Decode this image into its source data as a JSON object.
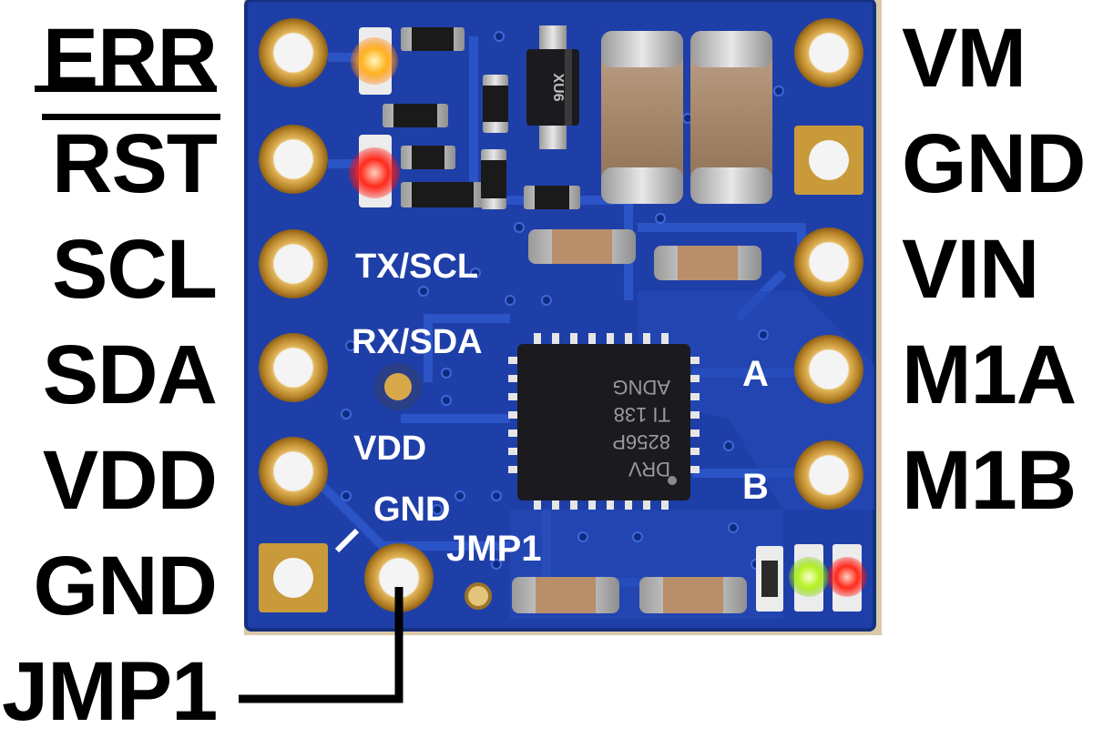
{
  "left_pins": [
    {
      "label": "ERR"
    },
    {
      "label": "RST"
    },
    {
      "label": "SCL"
    },
    {
      "label": "SDA"
    },
    {
      "label": "VDD"
    },
    {
      "label": "GND"
    }
  ],
  "right_pins": [
    {
      "label": "VM"
    },
    {
      "label": "GND"
    },
    {
      "label": "VIN"
    },
    {
      "label": "M1A"
    },
    {
      "label": "M1B"
    }
  ],
  "bottom_pin": {
    "label": "JMP1"
  },
  "silkscreen": {
    "tx_scl": "TX/SCL",
    "rx_sda": "RX/SDA",
    "vdd": "VDD",
    "gnd": "GND",
    "jmp1": "JMP1",
    "a": "A",
    "b": "B"
  },
  "chip": {
    "line1": "DRV",
    "line2": "8256P",
    "line3": "TI 138",
    "line4": "ADNG"
  },
  "diode_marking": "XU6",
  "colors": {
    "board": "#1f3fa8",
    "board_edge": "#15307f",
    "trace": "#2a52c4",
    "pad_gold": "#c89a3a",
    "chip": "#1b1b1f",
    "led_orange": "#ffb21e",
    "led_red": "#ff2a1a",
    "led_green": "#b6f21e",
    "silk": "#ffffff"
  }
}
